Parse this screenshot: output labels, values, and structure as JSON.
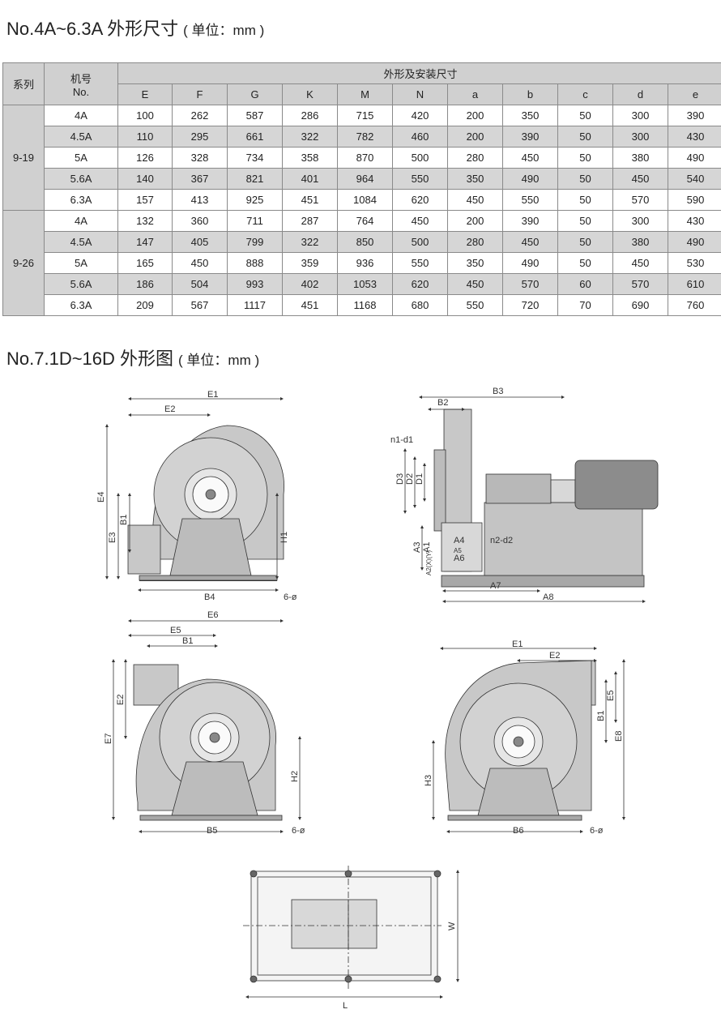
{
  "section1": {
    "title": "No.4A~6.3A 外形尺寸",
    "unit": "( 单位：mm )"
  },
  "table": {
    "header_series": "系列",
    "header_no_cn": "机号",
    "header_no_en": "No.",
    "header_group": "外形及安装尺寸",
    "columns": [
      "E",
      "F",
      "G",
      "K",
      "M",
      "N",
      "a",
      "b",
      "c",
      "d",
      "e"
    ],
    "groups": [
      {
        "series": "9-19",
        "rows": [
          [
            "4A",
            "100",
            "262",
            "587",
            "286",
            "715",
            "420",
            "200",
            "350",
            "50",
            "300",
            "390"
          ],
          [
            "4.5A",
            "110",
            "295",
            "661",
            "322",
            "782",
            "460",
            "200",
            "390",
            "50",
            "300",
            "430"
          ],
          [
            "5A",
            "126",
            "328",
            "734",
            "358",
            "870",
            "500",
            "280",
            "450",
            "50",
            "380",
            "490"
          ],
          [
            "5.6A",
            "140",
            "367",
            "821",
            "401",
            "964",
            "550",
            "350",
            "490",
            "50",
            "450",
            "540"
          ],
          [
            "6.3A",
            "157",
            "413",
            "925",
            "451",
            "1084",
            "620",
            "450",
            "550",
            "50",
            "570",
            "590"
          ]
        ]
      },
      {
        "series": "9-26",
        "rows": [
          [
            "4A",
            "132",
            "360",
            "711",
            "287",
            "764",
            "450",
            "200",
            "390",
            "50",
            "300",
            "430"
          ],
          [
            "4.5A",
            "147",
            "405",
            "799",
            "322",
            "850",
            "500",
            "280",
            "450",
            "50",
            "380",
            "490"
          ],
          [
            "5A",
            "165",
            "450",
            "888",
            "359",
            "936",
            "550",
            "350",
            "490",
            "50",
            "450",
            "530"
          ],
          [
            "5.6A",
            "186",
            "504",
            "993",
            "402",
            "1053",
            "620",
            "450",
            "570",
            "60",
            "570",
            "610"
          ],
          [
            "6.3A",
            "209",
            "567",
            "1117",
            "451",
            "1168",
            "680",
            "550",
            "720",
            "70",
            "690",
            "760"
          ]
        ]
      }
    ]
  },
  "section2": {
    "title": "No.7.1D~16D 外形图",
    "unit": "( 单位：mm )"
  },
  "drawing_labels": {
    "fig1": {
      "E1": "E1",
      "E2": "E2",
      "E4": "E4",
      "E3": "E3",
      "B1": "B1",
      "H1": "H1",
      "B4": "B4",
      "holes": "6-ø"
    },
    "fig2": {
      "B2": "B2",
      "B3": "B3",
      "n1d1": "n1-d1",
      "D3": "D3",
      "D2": "D2",
      "D1": "D1",
      "A3": "A3",
      "A1": "A1",
      "A2": "A2(X)(Y)",
      "A4": "A4",
      "A5": "A5",
      "A6": "A6",
      "n2d2": "n2-d2",
      "A7": "A7",
      "A8": "A8"
    },
    "fig3": {
      "E6": "E6",
      "E5": "E5",
      "B1": "B1",
      "E2": "E2",
      "E7": "E7",
      "H2": "H2",
      "B5": "B5",
      "holes": "6-ø"
    },
    "fig4": {
      "E1": "E1",
      "E2": "E2",
      "E5": "E5",
      "B1": "B1",
      "E8": "E8",
      "H3": "H3",
      "B6": "B6",
      "holes": "6-ø"
    },
    "fig5": {
      "W": "W",
      "L": "L"
    }
  },
  "colors": {
    "header_bg": "#d0d0d0",
    "alt_row_bg": "#d6d6d6",
    "drawing_fill": "#c8c8c8",
    "line": "#333333"
  }
}
